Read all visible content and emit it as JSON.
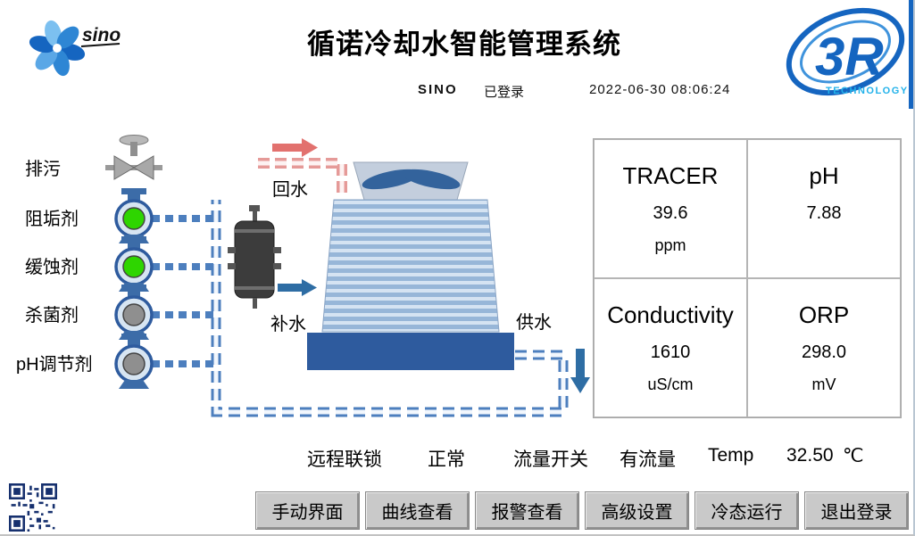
{
  "header": {
    "title": "循诺冷却水智能管理系统",
    "user": "SINO",
    "login_status": "已登录",
    "datetime": "2022-06-30  08:06:24"
  },
  "logos": {
    "sino_text": "sino",
    "r3_text": "3R",
    "r3_sub": "TECHNOLOGY"
  },
  "dosing": {
    "items": [
      {
        "label": "排污"
      },
      {
        "label": "阻垢剂",
        "state_color": "#2ed500"
      },
      {
        "label": "缓蚀剂",
        "state_color": "#2ed500"
      },
      {
        "label": "杀菌剂",
        "state_color": "#8f8f8f"
      },
      {
        "label": "pH调节剂",
        "state_color": "#8f8f8f"
      }
    ]
  },
  "diagram": {
    "return_water_label": "回水",
    "makeup_water_label": "补水",
    "supply_water_label": "供水"
  },
  "measurements": {
    "cells": [
      {
        "name": "TRACER",
        "value": "39.6",
        "unit": "ppm"
      },
      {
        "name": "pH",
        "value": "7.88",
        "unit": ""
      },
      {
        "name": "Conductivity",
        "value": "1610",
        "unit": "uS/cm"
      },
      {
        "name": "ORP",
        "value": "298.0",
        "unit": "mV"
      }
    ]
  },
  "status": {
    "interlock_label": "远程联锁",
    "interlock_value": "正常",
    "flow_label": "流量开关",
    "flow_value": "有流量",
    "temp_label": "Temp",
    "temp_value": "32.50",
    "temp_unit": "℃"
  },
  "buttons": [
    {
      "label": "手动界面"
    },
    {
      "label": "曲线查看"
    },
    {
      "label": "报警查看"
    },
    {
      "label": "高级设置"
    },
    {
      "label": "冷态运行"
    },
    {
      "label": "退出登录"
    }
  ],
  "colors": {
    "accent_blue": "#1565c0",
    "pipe_blue": "#4d7fbe",
    "pipe_red": "#e59a98",
    "tower_dark": "#2e5b9e",
    "running_green": "#2ed500",
    "stopped_gray": "#8f8f8f"
  }
}
